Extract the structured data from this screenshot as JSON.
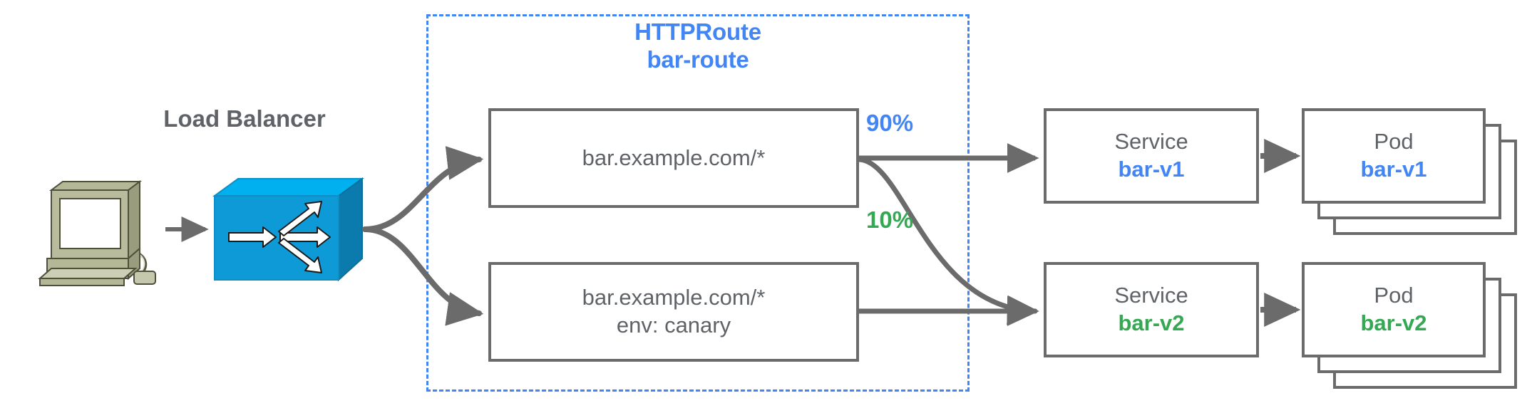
{
  "diagram": {
    "title_group": {
      "kind": "HTTPRoute",
      "name": "bar-route"
    },
    "load_balancer": {
      "label": "Load Balancer",
      "icon": "load-balancer-switch-icon"
    },
    "client": {
      "icon": "workstation-computer-icon"
    },
    "route_rules": [
      {
        "line1": "bar.example.com/*",
        "line2": ""
      },
      {
        "line1": "bar.example.com/*",
        "line2": "env: canary"
      }
    ],
    "weights": [
      {
        "value": "90%",
        "color": "#4285F4"
      },
      {
        "value": "10%",
        "color": "#34A853"
      }
    ],
    "services": [
      {
        "kind": "Service",
        "name": "bar-v1",
        "color": "#4285F4"
      },
      {
        "kind": "Service",
        "name": "bar-v2",
        "color": "#34A853"
      }
    ],
    "pods": [
      {
        "kind": "Pod",
        "name": "bar-v1",
        "color": "#4285F4",
        "replicas": 3
      },
      {
        "kind": "Pod",
        "name": "bar-v2",
        "color": "#34A853",
        "replicas": 3
      }
    ],
    "colors": {
      "blue": "#4285F4",
      "green": "#34A853",
      "gray_stroke": "#6b6b6b",
      "gray_text": "#5f6368",
      "lb_blue": "#0e9ad6"
    }
  }
}
